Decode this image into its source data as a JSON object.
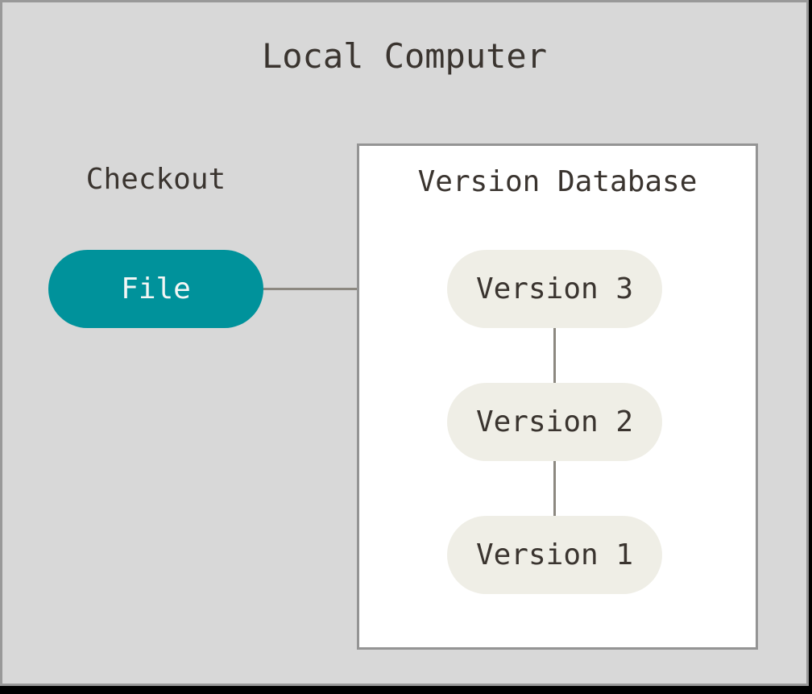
{
  "title": "Local Computer",
  "checkout": {
    "label": "Checkout"
  },
  "file_node": {
    "label": "File"
  },
  "version_database": {
    "title": "Version Database",
    "versions": [
      "Version 3",
      "Version 2",
      "Version 1"
    ]
  },
  "colors": {
    "background": "#d8d8d8",
    "frame_border": "#999999",
    "frame_shadow": "#000000",
    "box_background": "#ffffff",
    "box_border": "#949494",
    "node_teal": "#00929b",
    "node_cream": "#efeee6",
    "text_dark": "#3a342f",
    "text_light": "#f3f6f5",
    "connector": "#8c8880"
  }
}
